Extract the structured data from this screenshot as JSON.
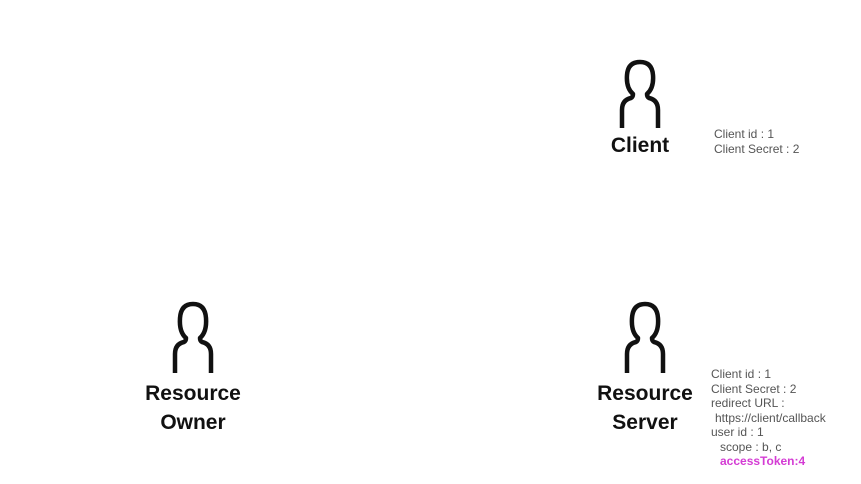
{
  "actors": {
    "client": {
      "label": "Client",
      "icon": "person-icon"
    },
    "resource_owner": {
      "label_line1": "Resource",
      "label_line2": "Owner",
      "icon": "person-icon"
    },
    "resource_server": {
      "label_line1": "Resource",
      "label_line2": "Server",
      "icon": "person-icon"
    }
  },
  "client_info": {
    "client_id": "Client id : 1",
    "client_secret": "Client Secret : 2"
  },
  "server_info": {
    "client_id": "Client id : 1",
    "client_secret": "Client Secret : 2",
    "redirect_url_label": "redirect URL :",
    "redirect_url_value": "https://client/callback",
    "user_id": "user id : 1",
    "scope": "scope : b, c",
    "access_token": "accessToken:4"
  },
  "colors": {
    "highlight": "#d43cd4",
    "text": "#555555",
    "label": "#111111"
  }
}
